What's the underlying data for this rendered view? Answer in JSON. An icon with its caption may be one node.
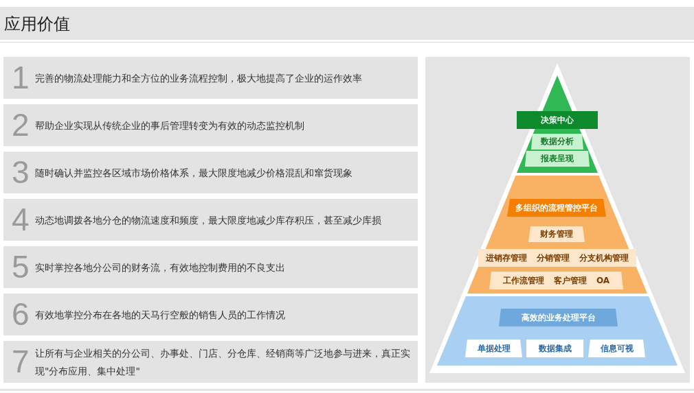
{
  "diagram": {
    "title": "应用价值",
    "nodes": [
      {
        "text": [
          "1",
          "完善的物流处理能力和全方位的业务流程控制，极大地提高了企业的运作效率"
        ]
      },
      {
        "text": [
          "2",
          "帮助企业实现从传统企业的事后管理转变为有效的动态监控机制"
        ]
      },
      {
        "text": [
          "3",
          "随时确认并监控各区域市场价格体系，最大限度地减少价格混乱和窜货现象"
        ]
      },
      {
        "text": [
          "4",
          "动态地调拨各地分仓的物流速度和频度，最大限度地减少库存积压，甚至减少库损"
        ]
      },
      {
        "text": [
          "5",
          "实时掌控各地分公司的财务流，有效地控制费用的不良支出"
        ]
      },
      {
        "text": [
          "6",
          "有效地掌控分布在各地的天马行空般的销售人员的工作情况"
        ]
      },
      {
        "text": [
          "7",
          "让所有与企业相关的分公司、办事处、门店、分仓库、经销商等广泛地参与进来，真正实现\"分布应用、集中处理\""
        ]
      },
      {
        "text": [],
        "shape": "triangle"
      },
      {
        "text": [
          "决策中心"
        ],
        "in": 7
      },
      {
        "text": [
          "数据分析"
        ],
        "in": 7
      },
      {
        "text": [
          "报表呈现"
        ],
        "in": 7
      },
      {
        "text": [],
        "shape": "trapezoid"
      },
      {
        "text": [
          "多组织的流程管控平台"
        ],
        "in": 11
      },
      {
        "text": [
          "财务管理"
        ],
        "in": 11
      },
      {
        "text": [
          "进销存管理",
          "分销管理",
          "分支机构管理"
        ],
        "in": 11
      },
      {
        "text": [
          "工作流管理",
          "客户管理",
          "OA"
        ],
        "in": 11
      },
      {
        "text": [],
        "shape": "trapezoid"
      },
      {
        "text": [
          "高效的业务处理平台"
        ],
        "in": 16
      },
      {
        "text": [
          "单据处理"
        ],
        "in": 16
      },
      {
        "text": [
          "数据集成"
        ],
        "in": 16
      },
      {
        "text": [
          "信息可视"
        ],
        "in": 16
      }
    ]
  }
}
